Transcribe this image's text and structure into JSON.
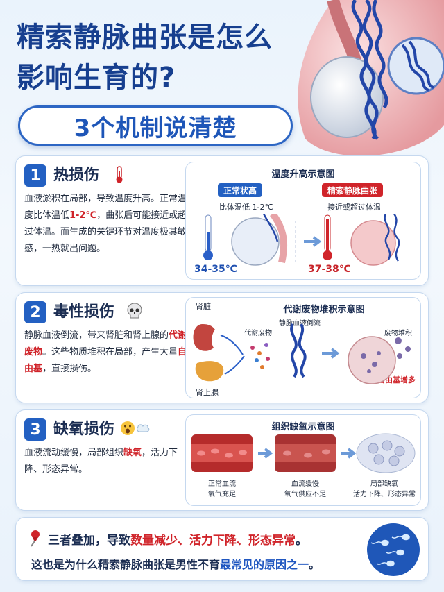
{
  "header": {
    "title_line1": "精索静脉曲张是怎么",
    "title_line2": "影响生育的?",
    "subtitle": "3个机制说清楚"
  },
  "sections": [
    {
      "number": "1",
      "title": "热损伤",
      "icon": "thermometer-icon",
      "body_parts": [
        "血液淤积在局部，导致温度升高。正常温度比体温低",
        "1-2℃",
        "，曲张后可能接近或超过体温。而生成的关键环节对温度极其敏感，一热就出问题。"
      ],
      "diagram": {
        "title": "温度升高示意图",
        "normal_tag": "正常状高",
        "normal_desc": "比体温低 1-2℃",
        "normal_temp": "34-35℃",
        "varicose_tag": "精索静脉曲张",
        "varicose_desc": "接近或超过体温",
        "varicose_temp": "37-38℃"
      }
    },
    {
      "number": "2",
      "title": "毒性损伤",
      "icon": "skull-icon",
      "body_parts": [
        "静脉血液倒流，带来肾脏和肾上腺的",
        "代谢废物",
        "。这些物质堆积在局部，产生大量",
        "自由基",
        "，直接损伤。"
      ],
      "diagram": {
        "title": "代谢废物堆积示意图",
        "kidney_label": "肾脏",
        "waste_label": "代谢废物",
        "reflux_label": "静脉血液倒流",
        "accum_label": "废物堆积",
        "adrenal_label": "肾上腺",
        "radical_label": "自由基增多"
      }
    },
    {
      "number": "3",
      "title": "缺氧损伤",
      "icon": "surprised-face-icon",
      "body_parts": [
        "血液流动缓慢，局部组织",
        "缺氧",
        "，活力下降、形态异常。"
      ],
      "diagram": {
        "title": "组织缺氧示意图",
        "steps": [
          {
            "line1": "正常血流",
            "line2": "氧气充足"
          },
          {
            "line1": "血流缓慢",
            "line2": "氧气供应不足"
          },
          {
            "line1": "局部缺氧",
            "line2": "活力下降、形态异常"
          }
        ]
      }
    }
  ],
  "summary": {
    "icon": "pushpin-icon",
    "line1_parts": [
      "三者叠加，导致",
      "数量减少、活力下降、形态异常",
      "。"
    ],
    "line2_parts": [
      "这也是为什么精索静脉曲张是男性不育",
      "最常见的原因之一",
      "。"
    ]
  },
  "colors": {
    "primary": "#1e56b8",
    "accent_red": "#d0242a",
    "tag_blue": "#2360c2"
  }
}
